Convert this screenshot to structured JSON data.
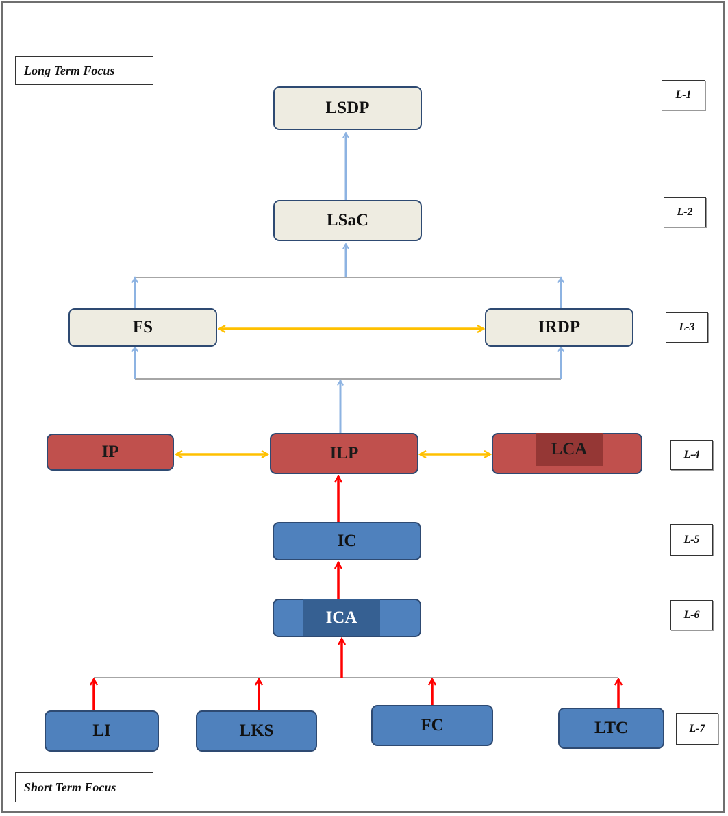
{
  "labels": {
    "long_term": "Long Term Focus",
    "short_term": "Short Term Focus"
  },
  "nodes": {
    "lsdp": "LSDP",
    "lsac": "LSaC",
    "fs": "FS",
    "irdp": "IRDP",
    "ip": "IP",
    "ilp": "ILP",
    "lca": "LCA",
    "ic": "IC",
    "ica": "ICA",
    "li": "LI",
    "lks": "LKS",
    "fc": "FC",
    "ltc": "LTC"
  },
  "levels": [
    "L-1",
    "L-2",
    "L-3",
    "L-4",
    "L-5",
    "L-6",
    "L-7"
  ],
  "colors": {
    "cream": "#eeece1",
    "red_box": "#c0504d",
    "blue_box": "#4f81bd",
    "arrow_light_blue": "#8db3e2",
    "arrow_yellow": "#ffc000",
    "arrow_red": "#ff0000",
    "connector_gray": "#a6a6a6"
  }
}
